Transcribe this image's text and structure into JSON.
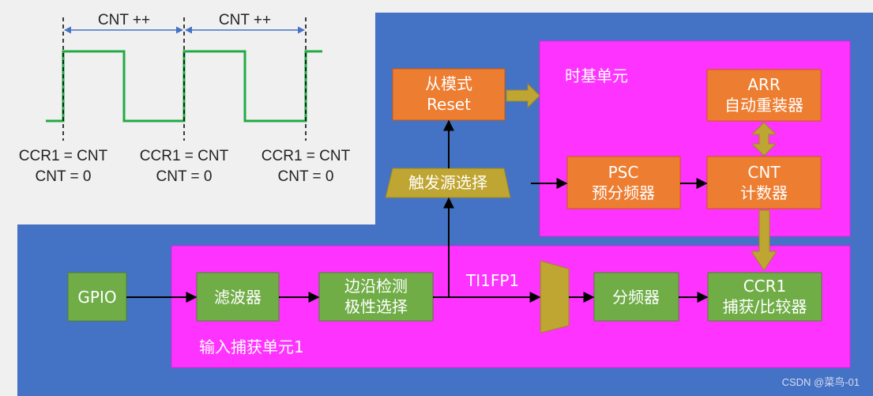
{
  "colors": {
    "blue_bg": "#4472c4",
    "magenta": "#ff33ff",
    "orange": "#ed7d31",
    "green": "#70ad47",
    "olive": "#bfa531",
    "waveform": "#22aa44",
    "dim_arrow": "#4472c4"
  },
  "waveform": {
    "cnt_labels": [
      "CNT ++",
      "CNT ++"
    ],
    "edges": [
      {
        "line1": "CCR1 = CNT",
        "line2": "CNT = 0"
      },
      {
        "line1": "CCR1 = CNT",
        "line2": "CNT = 0"
      },
      {
        "line1": "CCR1 = CNT",
        "line2": "CNT = 0"
      }
    ]
  },
  "timebase": {
    "title": "时基单元",
    "arr": {
      "line1": "ARR",
      "line2": "自动重装器"
    },
    "psc": {
      "line1": "PSC",
      "line2": "预分频器"
    },
    "cnt": {
      "line1": "CNT",
      "line2": "计数器"
    }
  },
  "slave": {
    "line1": "从模式",
    "line2": "Reset"
  },
  "trigger": {
    "label": "触发源选择"
  },
  "capture": {
    "title": "输入捕获单元1",
    "filter": "滤波器",
    "edge": {
      "line1": "边沿检测",
      "line2": "极性选择"
    },
    "signal": "TI1FP1",
    "divider": "分频器",
    "ccr": {
      "line1": "CCR1",
      "line2": "捕获/比较器"
    }
  },
  "gpio": {
    "label": "GPIO"
  },
  "watermark": "CSDN @菜鸟-01"
}
